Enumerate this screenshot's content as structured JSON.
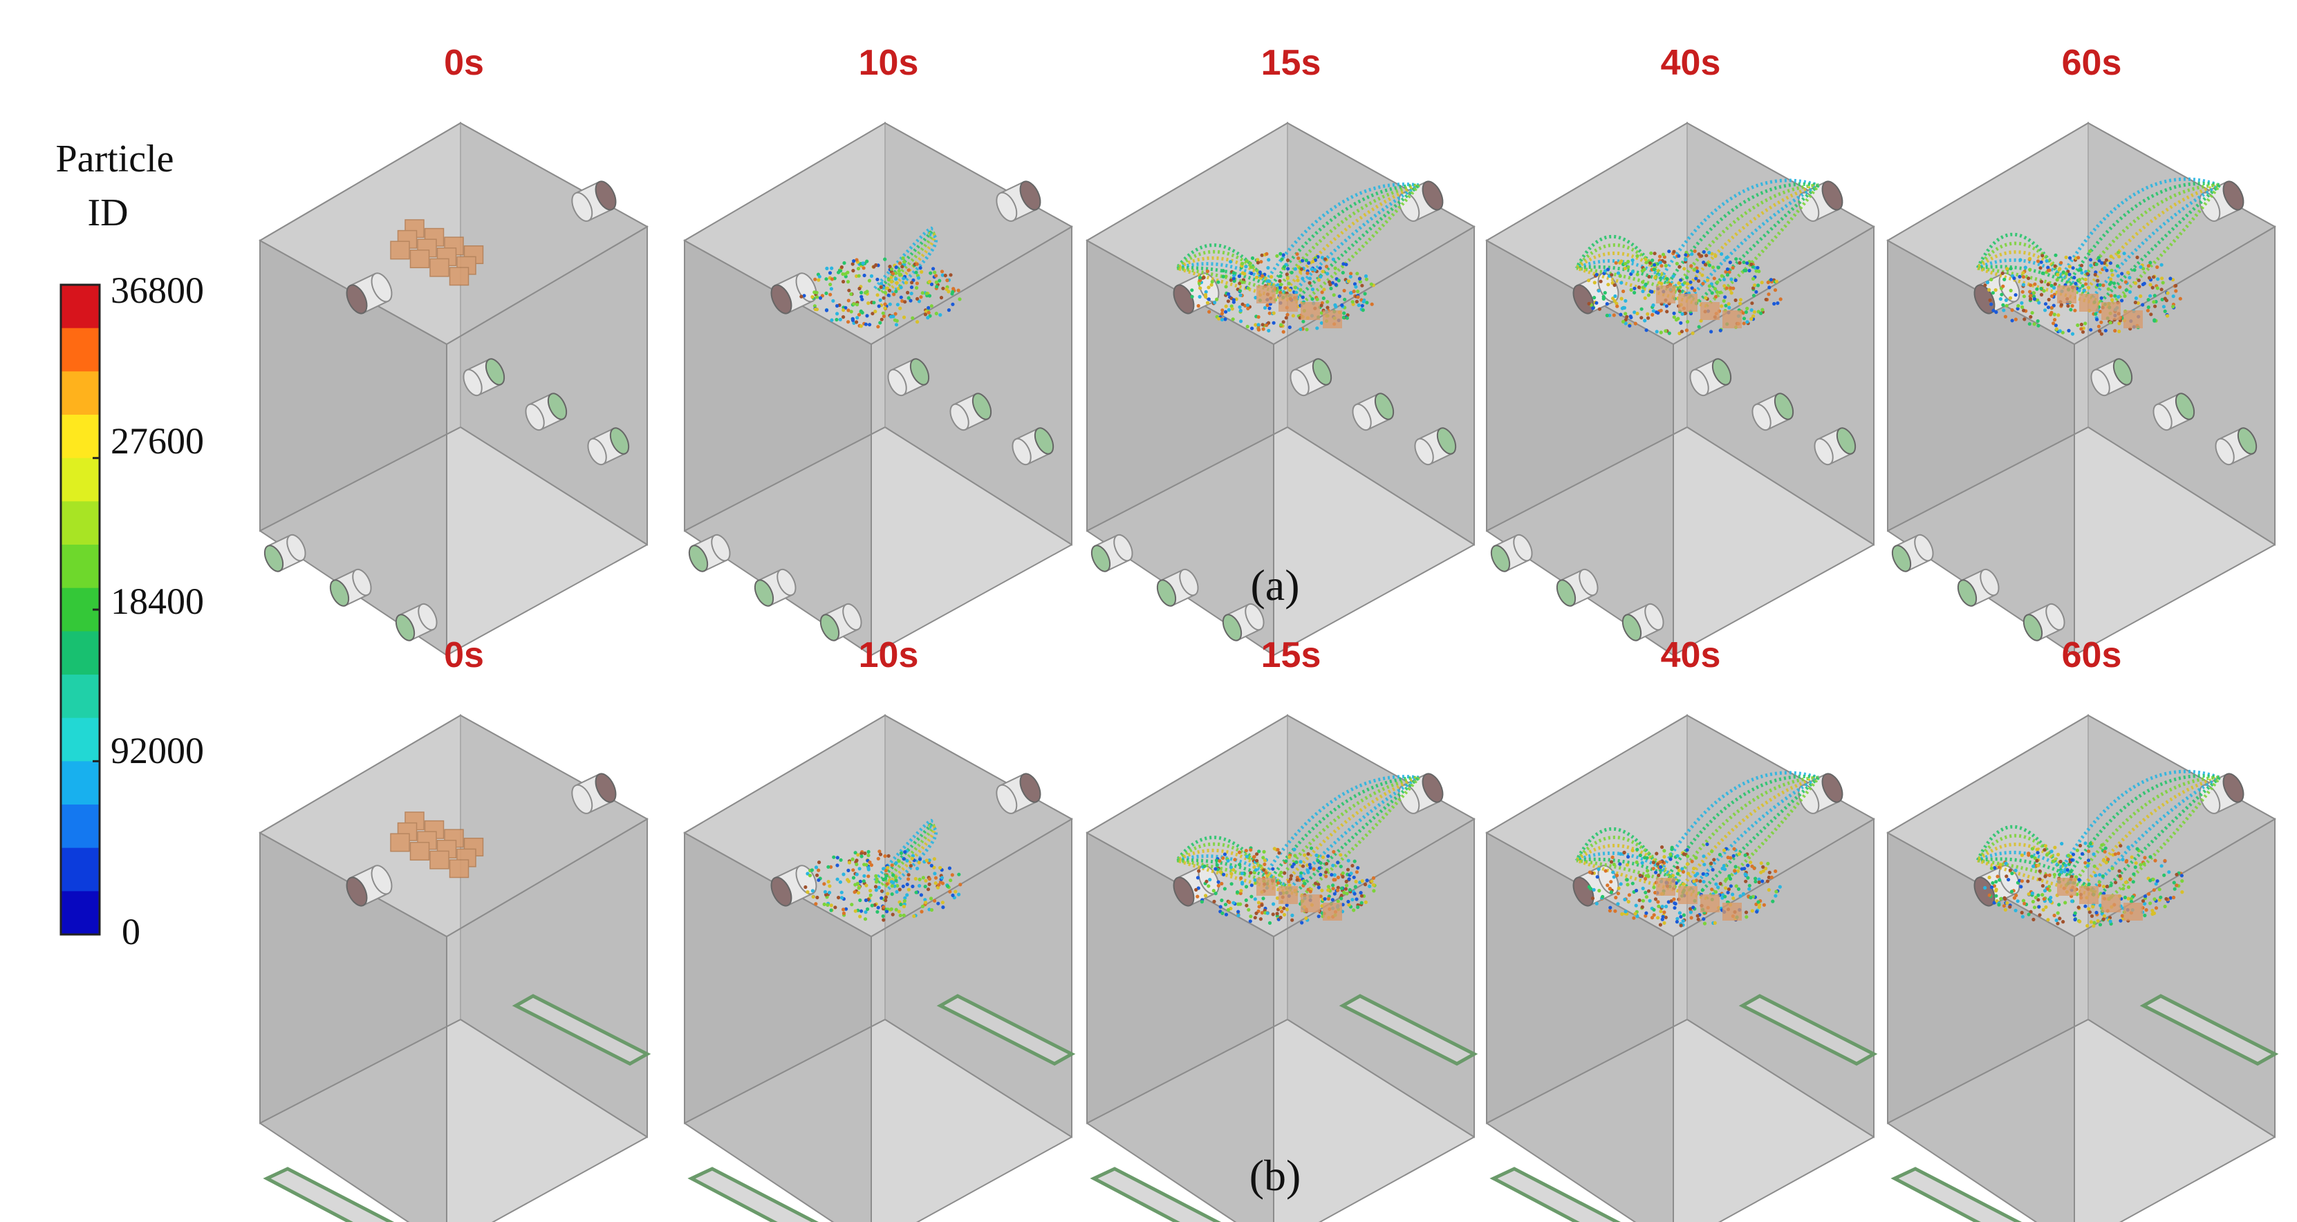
{
  "colorbar": {
    "title_line1": "Particle",
    "title_line2": "ID",
    "tick_labels": [
      "36800",
      "27600",
      "18400",
      "92000",
      "0"
    ],
    "colors": [
      "#d7141c",
      "#ff6a12",
      "#ffb21c",
      "#ffe81e",
      "#dff020",
      "#a8e424",
      "#6ed82c",
      "#34c838",
      "#18c070",
      "#20d0a8",
      "#22d8d4",
      "#18b0ee",
      "#1478f0",
      "#0c3cdc",
      "#0808c0"
    ]
  },
  "rows": [
    {
      "caption": "(a)",
      "outlet_type": "pipes",
      "frames": [
        {
          "time": "0s",
          "state": "initial"
        },
        {
          "time": "10s",
          "state": "early"
        },
        {
          "time": "15s",
          "state": "spread"
        },
        {
          "time": "40s",
          "state": "full"
        },
        {
          "time": "60s",
          "state": "late"
        }
      ]
    },
    {
      "caption": "(b)",
      "outlet_type": "slots",
      "frames": [
        {
          "time": "0s",
          "state": "initial"
        },
        {
          "time": "10s",
          "state": "early"
        },
        {
          "time": "15s",
          "state": "spread"
        },
        {
          "time": "40s",
          "state": "full"
        },
        {
          "time": "60s",
          "state": "late"
        }
      ]
    }
  ],
  "palette": {
    "time_label": "#c81e1e",
    "box_top": "#c4c4c4",
    "box_left": "#a9a9a9",
    "box_right": "#bdbdbd",
    "interior": "#dcdcdc",
    "edge": "#8c8c8c",
    "pipe": "#e8e8e8",
    "pipe_inlet": "#8a7070",
    "pipe_outlet": "#9bc79b",
    "block": "#d99a6a",
    "particles": [
      "#1a5ad8",
      "#2ab5e0",
      "#27c46a",
      "#7cd33a",
      "#d8c02a",
      "#d9742a",
      "#a0522d"
    ]
  }
}
